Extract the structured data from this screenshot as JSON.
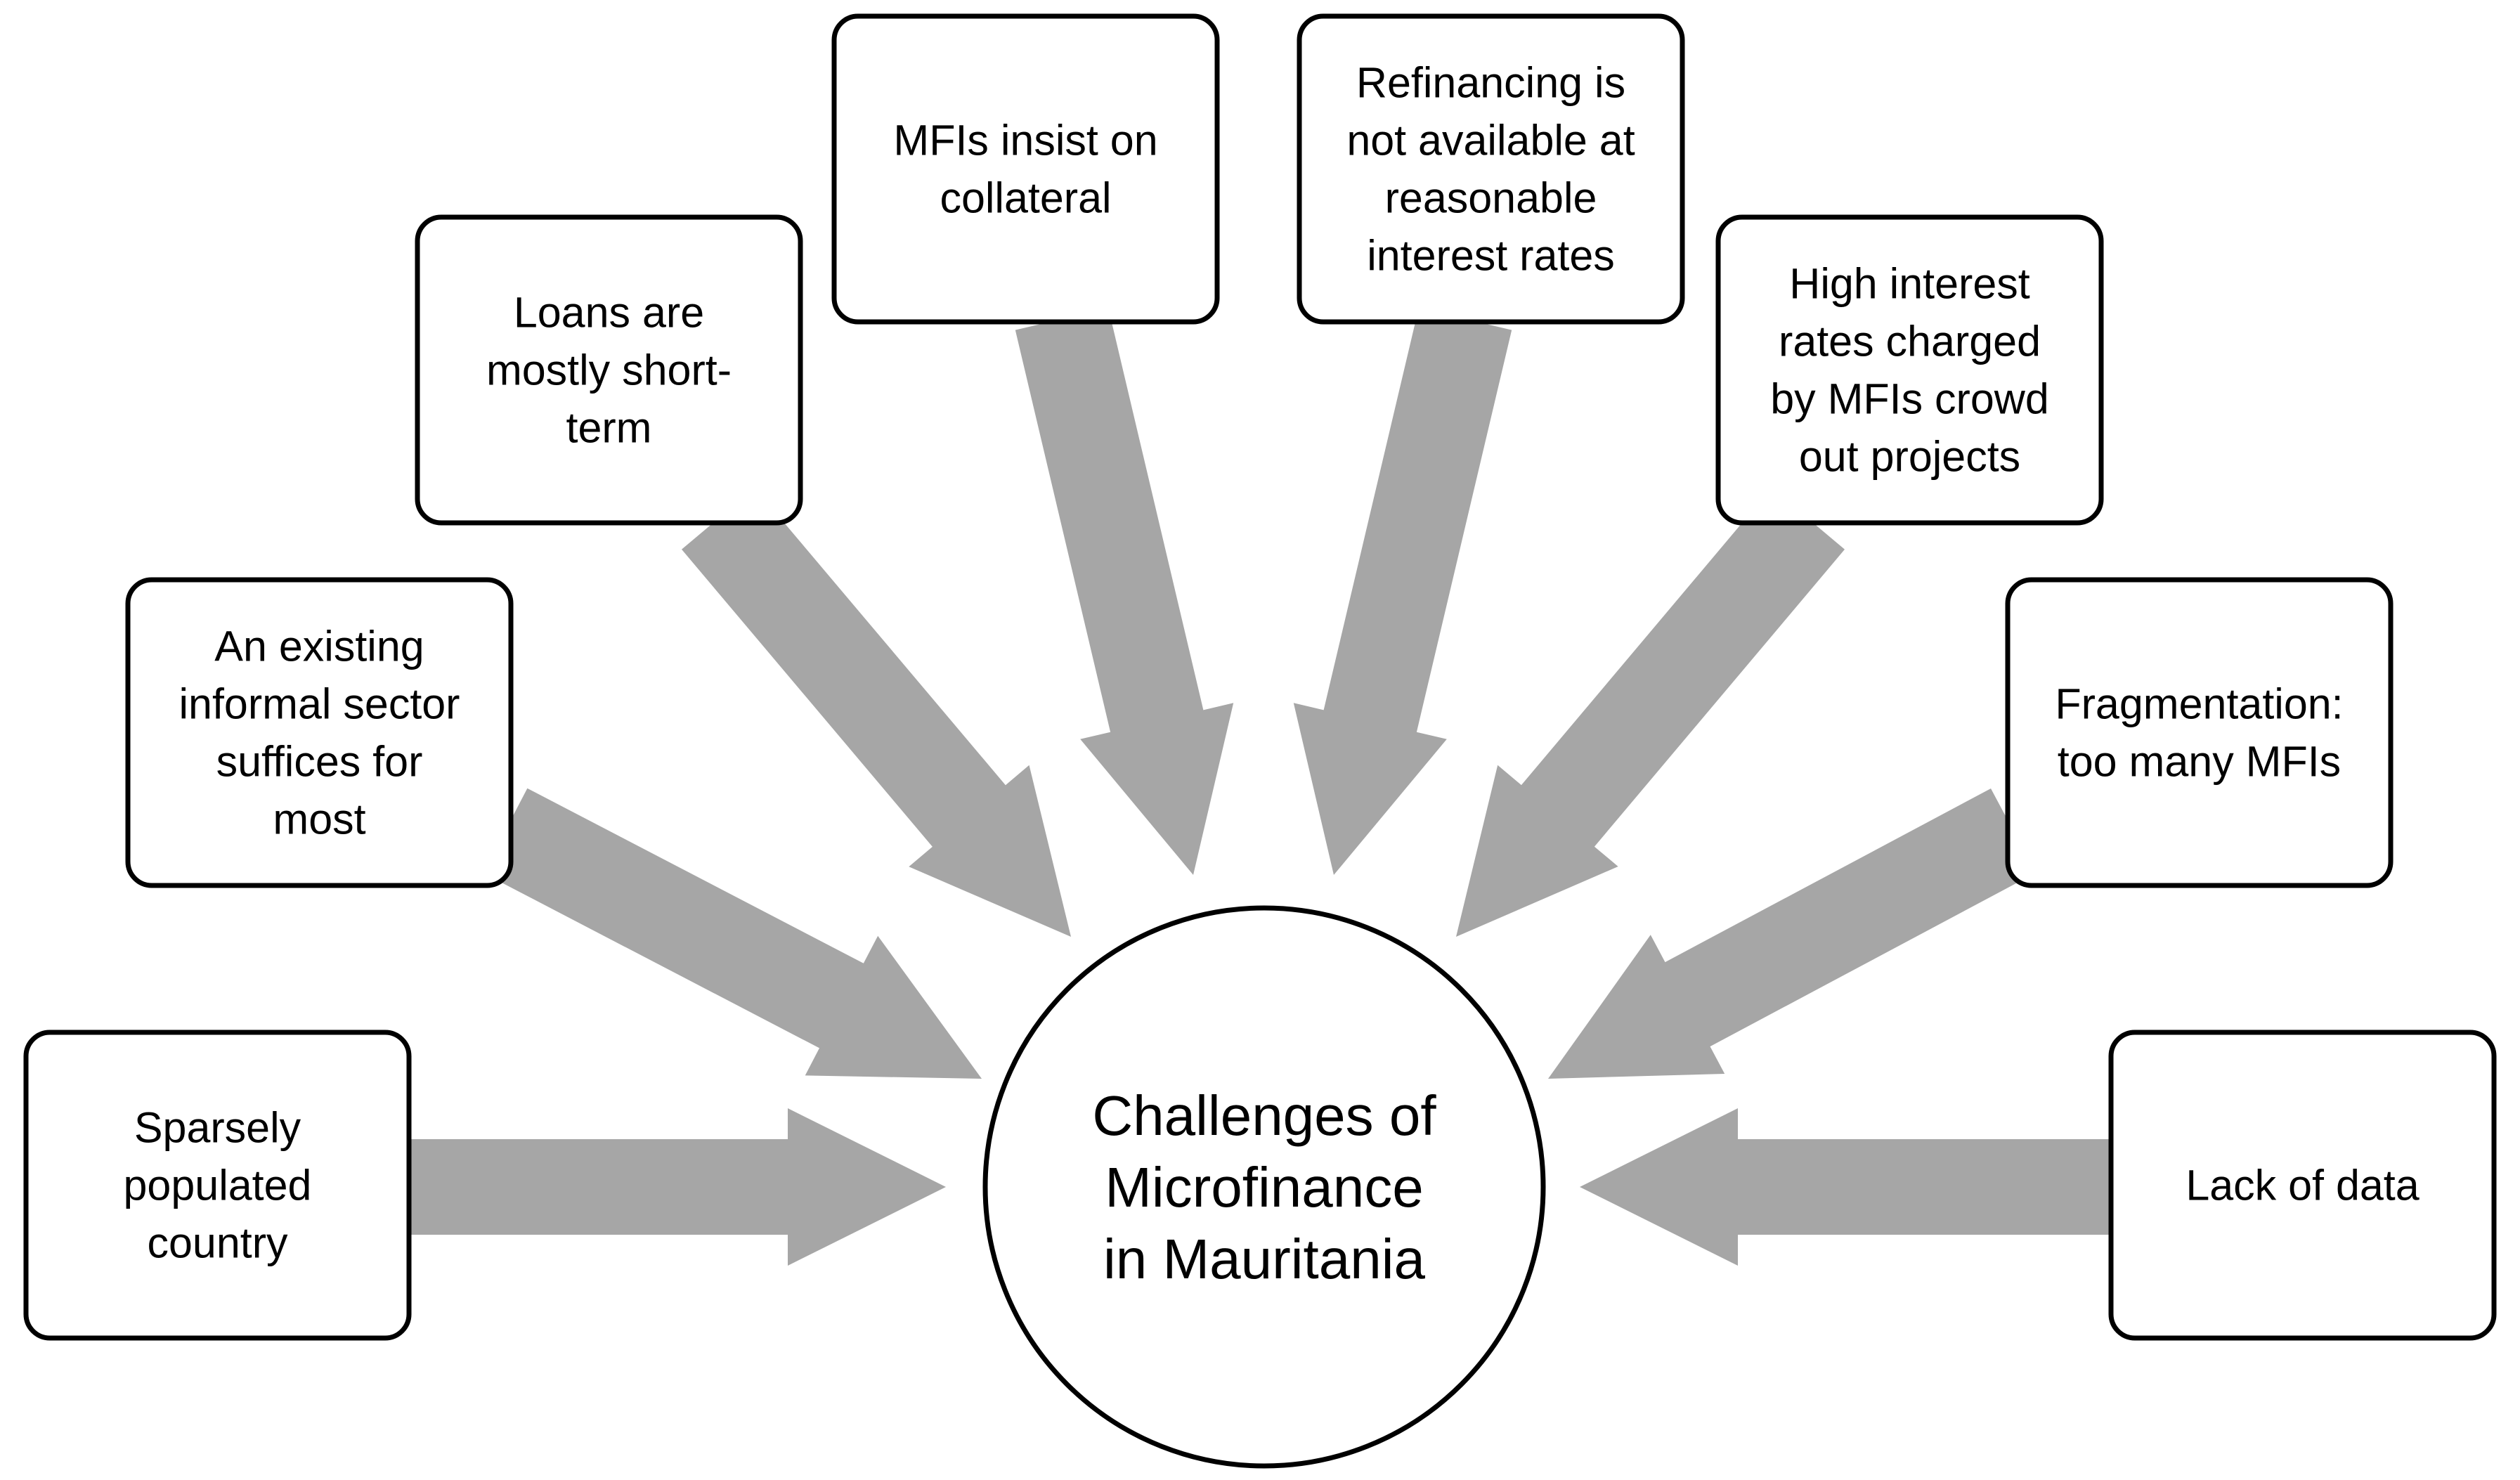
{
  "diagram": {
    "center": {
      "label_lines": [
        "Challenges of",
        "Microfinance",
        "in Mauritania"
      ]
    },
    "challenges": [
      {
        "id": "sparsely-populated",
        "label_lines": [
          "Sparsely",
          "populated",
          "country"
        ]
      },
      {
        "id": "informal-sector",
        "label_lines": [
          "An existing",
          "informal sector",
          "suffices for",
          "most"
        ]
      },
      {
        "id": "short-term-loans",
        "label_lines": [
          "Loans are",
          "mostly short-",
          "term"
        ]
      },
      {
        "id": "collateral",
        "label_lines": [
          "MFIs insist on",
          "collateral"
        ]
      },
      {
        "id": "refinancing",
        "label_lines": [
          "Refinancing is",
          "not available at",
          "reasonable",
          "interest rates"
        ]
      },
      {
        "id": "high-interest",
        "label_lines": [
          "High interest",
          "rates charged",
          "by MFIs crowd",
          "out projects"
        ]
      },
      {
        "id": "fragmentation",
        "label_lines": [
          "Fragmentation:",
          "too many MFIs"
        ]
      },
      {
        "id": "lack-of-data",
        "label_lines": [
          "Lack of data"
        ]
      }
    ],
    "colors": {
      "arrow": "#a6a6a6",
      "border": "#000000",
      "fill": "#ffffff"
    }
  }
}
